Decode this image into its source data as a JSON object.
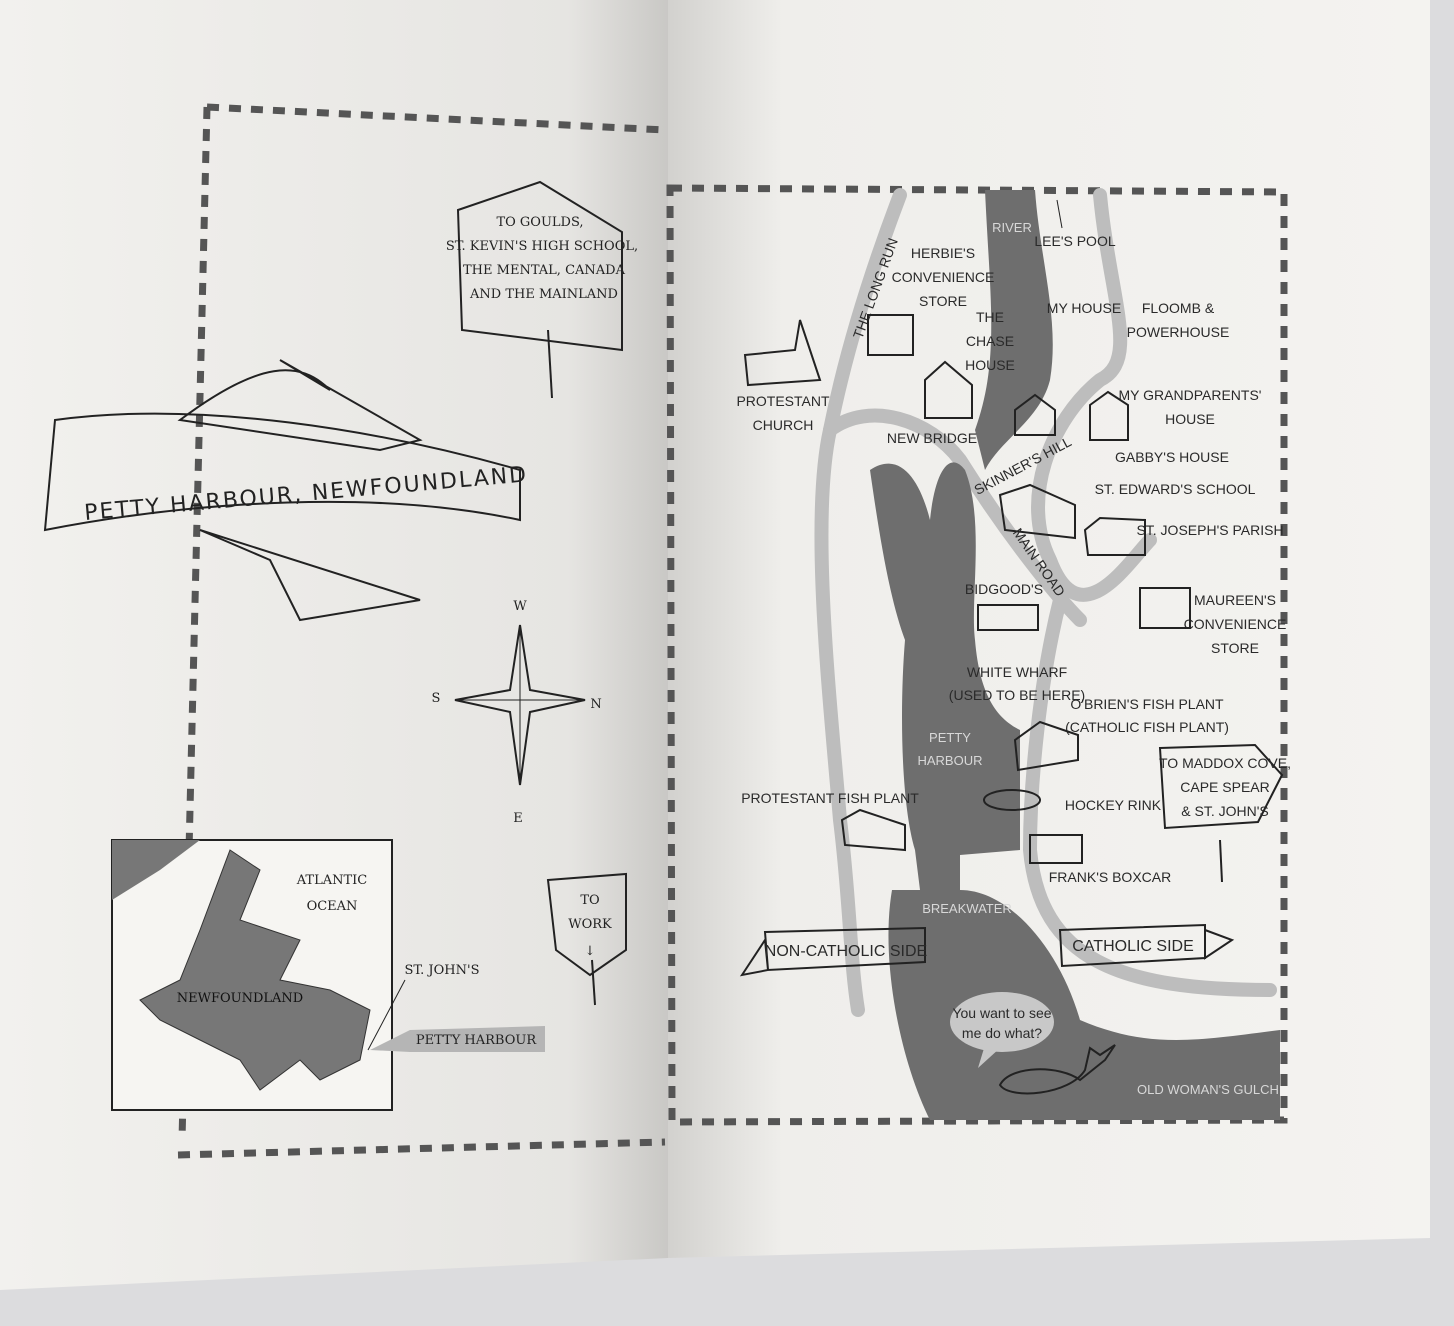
{
  "left_page": {
    "banner_title": "PETTY HARBOUR, NEWFOUNDLAND",
    "north_sign": [
      "TO GOULDS,",
      "ST. KEVIN'S HIGH SCHOOL,",
      "THE MENTAL, CANADA",
      "AND THE MAINLAND"
    ],
    "compass": {
      "top": "W",
      "left": "S",
      "right": "N",
      "bottom": "E"
    },
    "inset": {
      "ocean": [
        "ATLANTIC",
        "OCEAN"
      ],
      "island": "NEWFOUNDLAND",
      "city": "ST. JOHN'S",
      "callout": "PETTY HARBOUR"
    },
    "work_sign": [
      "TO",
      "WORK"
    ]
  },
  "right_page": {
    "river": "RIVER",
    "lees_pool": "LEE'S POOL",
    "long_run": "THE LONG RUN",
    "herbies": [
      "HERBIE'S",
      "CONVENIENCE",
      "STORE"
    ],
    "chase_house": [
      "THE",
      "CHASE",
      "HOUSE"
    ],
    "my_house": "MY HOUSE",
    "floomb": [
      "FLOOMB &",
      "POWERHOUSE"
    ],
    "protestant_church": [
      "PROTESTANT",
      "CHURCH"
    ],
    "grandparents": [
      "MY GRANDPARENTS'",
      "HOUSE"
    ],
    "new_bridge": "NEW BRIDGE",
    "skinners_hill": "SKINNER'S HILL",
    "gabbys": "GABBY'S HOUSE",
    "st_edwards": "ST. EDWARD'S SCHOOL",
    "st_josephs": "ST. JOSEPH'S PARISH",
    "main_road": "MAIN ROAD",
    "bidgoods": "BIDGOOD'S",
    "maureens": [
      "MAUREEN'S",
      "CONVENIENCE",
      "STORE"
    ],
    "white_wharf": [
      "WHITE WHARF",
      "(USED TO BE HERE)"
    ],
    "obriens": [
      "O'BRIEN'S FISH PLANT",
      "(CATHOLIC FISH PLANT)"
    ],
    "petty_harbour": [
      "PETTY",
      "HARBOUR"
    ],
    "maddox_sign": [
      "TO MADDOX COVE,",
      "CAPE SPEAR",
      "& ST. JOHN'S"
    ],
    "protestant_fish_plant": "PROTESTANT FISH PLANT",
    "hockey_rink": "HOCKEY RINK",
    "franks_boxcar": "FRANK'S BOXCAR",
    "breakwater": "BREAKWATER",
    "non_catholic": "NON-CATHOLIC SIDE",
    "catholic": "CATHOLIC SIDE",
    "whale_speech": [
      "You want to see",
      "me do what?"
    ],
    "old_womans_gulch": "OLD WOMAN'S GULCH"
  },
  "colors": {
    "paper": "#f4f3f0",
    "water": "#6e6e6e",
    "road": "#bdbdbd",
    "ink": "#222222"
  }
}
